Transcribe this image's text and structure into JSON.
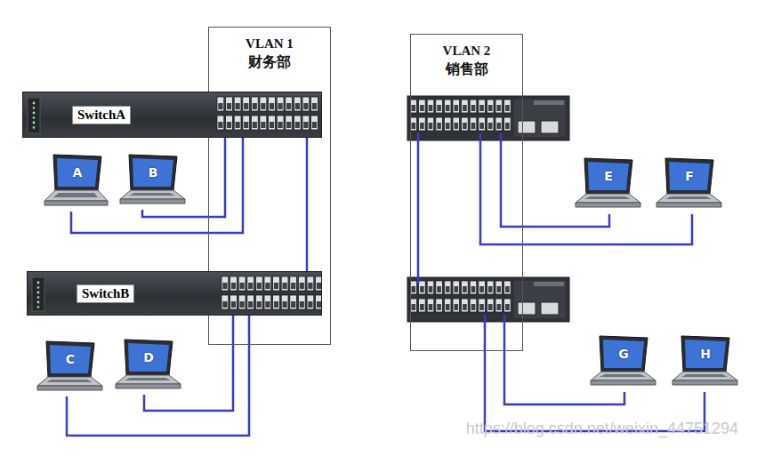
{
  "diagram": {
    "nodes": [
      {
        "text": [
          "VLAN 1",
          "财务部"
        ]
      },
      {
        "text": [
          "SwitchA"
        ]
      },
      {
        "text": [
          "A"
        ]
      },
      {
        "text": [
          "B"
        ]
      },
      {
        "text": [
          "SwitchB"
        ]
      },
      {
        "text": [
          "C"
        ]
      },
      {
        "text": [
          "D"
        ]
      },
      {
        "text": [
          "VLAN 2",
          "销售部"
        ]
      },
      {
        "text": [
          "E"
        ]
      },
      {
        "text": [
          "F"
        ]
      },
      {
        "text": [
          "G"
        ]
      },
      {
        "text": [
          "H"
        ]
      }
    ],
    "edges": [
      {
        "from": 2,
        "to": 1,
        "arrow": "none"
      },
      {
        "from": 3,
        "to": 1,
        "arrow": "none"
      },
      {
        "from": 1,
        "to": 4,
        "arrow": "none"
      },
      {
        "from": 5,
        "to": 4,
        "arrow": "none"
      },
      {
        "from": 6,
        "to": 4,
        "arrow": "none"
      }
    ],
    "labels": [
      "https://blog.csdn.net/weixin_44751294"
    ]
  }
}
